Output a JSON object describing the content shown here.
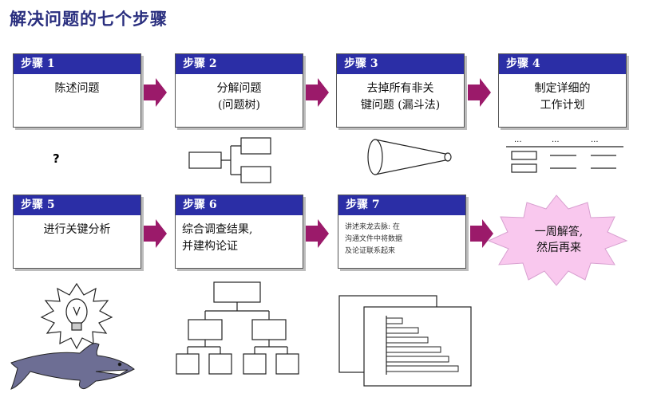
{
  "title": "解决问题的七个步骤",
  "steps": [
    {
      "header": "步骤 1",
      "body": "陈述问题"
    },
    {
      "header": "步骤 2",
      "body": "分解问题\n(问题树)"
    },
    {
      "header": "步骤 3",
      "body": "去掉所有非关\n键问题 (漏斗法)"
    },
    {
      "header": "步骤 4",
      "body": "制定详细的\n工作计划"
    },
    {
      "header": "步骤 5",
      "body": "进行关键分析"
    },
    {
      "header": "步骤 6",
      "body": "综合调查结果,\n并建构论证"
    },
    {
      "header": "步骤 7",
      "body": "讲述来龙去脉: 在\n沟通文件中将数据\n及论证联系起来"
    }
  ],
  "question_mark": "?",
  "final": "一周解答,\n然后再来",
  "colors": {
    "header_bg": "#2b2ea6",
    "arrow": "#9b1a6a",
    "star": "#f9c8ee",
    "shark": "#6d6e94"
  }
}
